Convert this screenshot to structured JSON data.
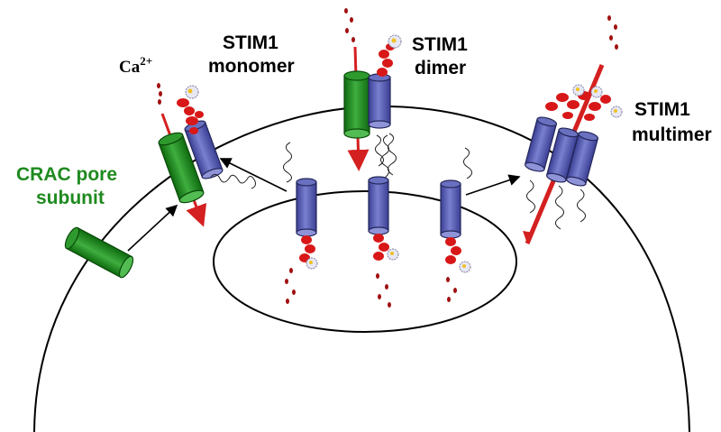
{
  "labels": {
    "ca_base": "Ca",
    "ca_sup": "2+",
    "stim_monomer_1": "STIM1",
    "stim_monomer_2": "monomer",
    "stim_dimer_1": "STIM1",
    "stim_dimer_2": "dimer",
    "stim_multimer_1": "STIM1",
    "stim_multimer_2": "multimer",
    "crac_1": "CRAC pore",
    "crac_2": "subunit"
  },
  "colors": {
    "stim_cylinder": "#5a5fb0",
    "stim_cylinder_dark": "#33377a",
    "orai_cylinder": "#1f8a1f",
    "orai_cylinder_dark": "#0f5a0f",
    "ca_arrow": "#d42020",
    "ef_hand": "#d81818",
    "crac_label": "#1f8a1f",
    "text": "#000000"
  }
}
